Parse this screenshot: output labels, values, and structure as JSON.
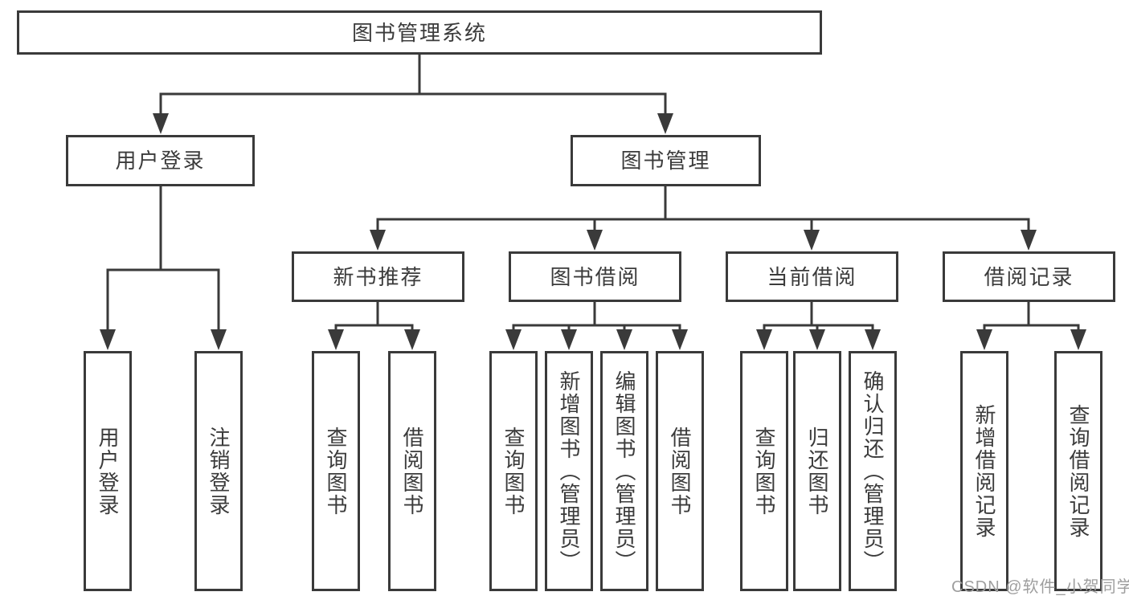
{
  "diagram": {
    "title": "图书管理系统",
    "tree": {
      "root": {
        "label": "图书管理系统"
      },
      "children": [
        {
          "label": "用户登录",
          "children": [
            {
              "label": "用户登录"
            },
            {
              "label": "注销登录"
            }
          ]
        },
        {
          "label": "图书管理",
          "children": [
            {
              "label": "新书推荐",
              "children": [
                {
                  "label": "查询图书"
                },
                {
                  "label": "借阅图书"
                }
              ]
            },
            {
              "label": "图书借阅",
              "children": [
                {
                  "label": "查询图书"
                },
                {
                  "label": "新增图书（管理员）"
                },
                {
                  "label": "编辑图书（管理员）"
                },
                {
                  "label": "借阅图书"
                }
              ]
            },
            {
              "label": "当前借阅",
              "children": [
                {
                  "label": "查询图书"
                },
                {
                  "label": "归还图书"
                },
                {
                  "label": "确认归还（管理员）"
                }
              ]
            },
            {
              "label": "借阅记录",
              "children": [
                {
                  "label": "新增借阅记录"
                },
                {
                  "label": "查询借阅记录"
                }
              ]
            }
          ]
        }
      ]
    },
    "colors": {
      "line": "#3a3a3a",
      "text": "#3b3b3b",
      "background": "#ffffff",
      "watermark_text": "#9e9e9e"
    }
  },
  "watermark": {
    "text": "CSDN @软件_小贺同学"
  }
}
